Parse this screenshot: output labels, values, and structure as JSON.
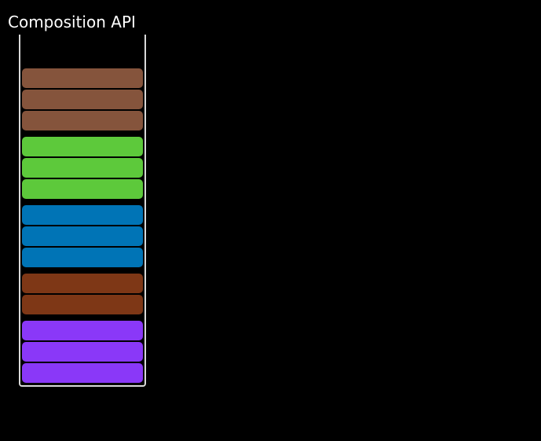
{
  "diagram": {
    "title": "Composition API",
    "description": "Open-top component container holding code segments grouped by logical concern (color)",
    "groups": [
      {
        "id": "concern-1",
        "color": "#85543C",
        "segments": 3
      },
      {
        "id": "concern-2",
        "color": "#5DC93B",
        "segments": 3
      },
      {
        "id": "concern-3",
        "color": "#0074B6",
        "segments": 3
      },
      {
        "id": "concern-4",
        "color": "#7E3716",
        "segments": 2
      },
      {
        "id": "concern-5",
        "color": "#8A38F8",
        "segments": 3
      }
    ]
  },
  "colors": {
    "background": "#000000",
    "title_text": "#ffffff",
    "container_border": "#d9d9d9"
  }
}
